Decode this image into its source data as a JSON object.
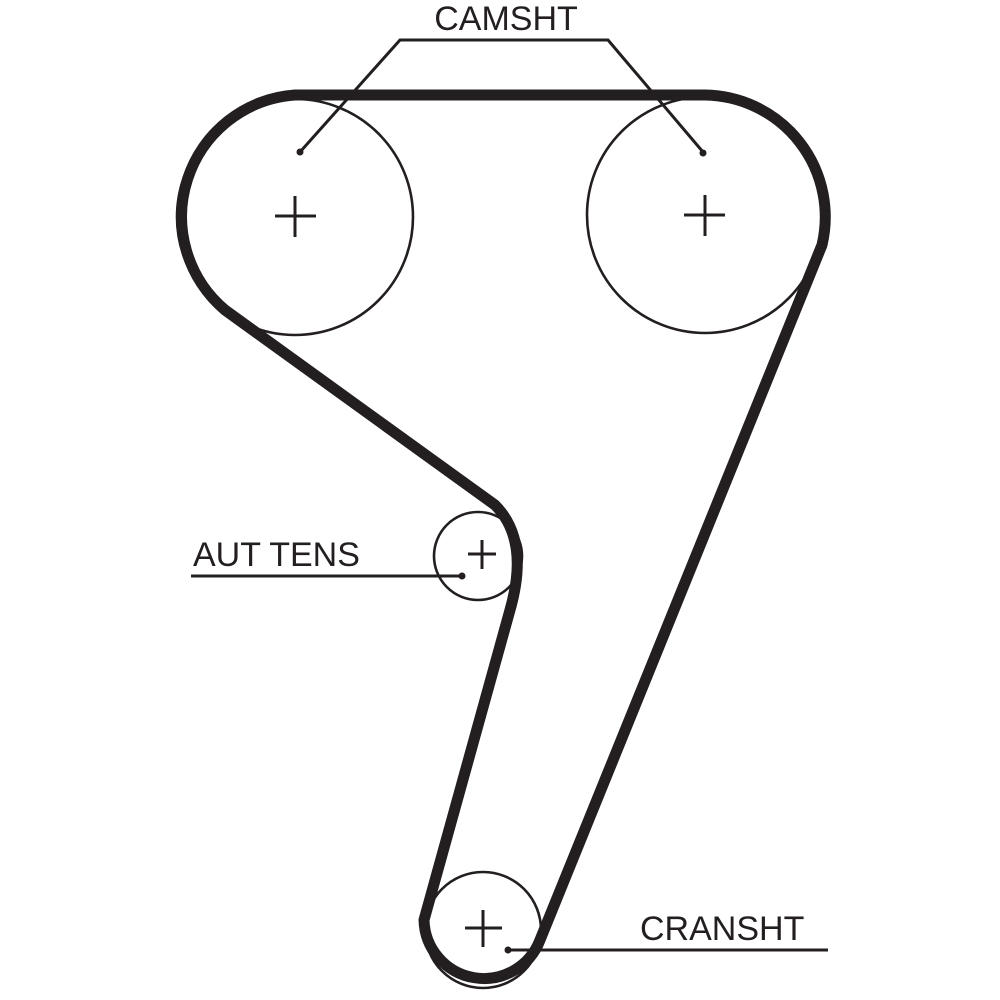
{
  "diagram": {
    "type": "timing-belt-routing",
    "colors": {
      "line": "#231f20",
      "background": "#ffffff"
    },
    "labels": {
      "camshaft": "CAMSHT",
      "tensioner": "AUT TENS",
      "crankshaft": "CRANSHT"
    },
    "components": [
      {
        "id": "camshaft-left",
        "kind": "pulley",
        "label_ref": "camshaft"
      },
      {
        "id": "camshaft-right",
        "kind": "pulley",
        "label_ref": "camshaft"
      },
      {
        "id": "auto-tensioner",
        "kind": "idler",
        "label_ref": "tensioner"
      },
      {
        "id": "crankshaft",
        "kind": "pulley",
        "label_ref": "crankshaft"
      }
    ],
    "belt_route": [
      "camshaft-left",
      "camshaft-right",
      "crankshaft",
      "auto-tensioner",
      "camshaft-left"
    ]
  }
}
